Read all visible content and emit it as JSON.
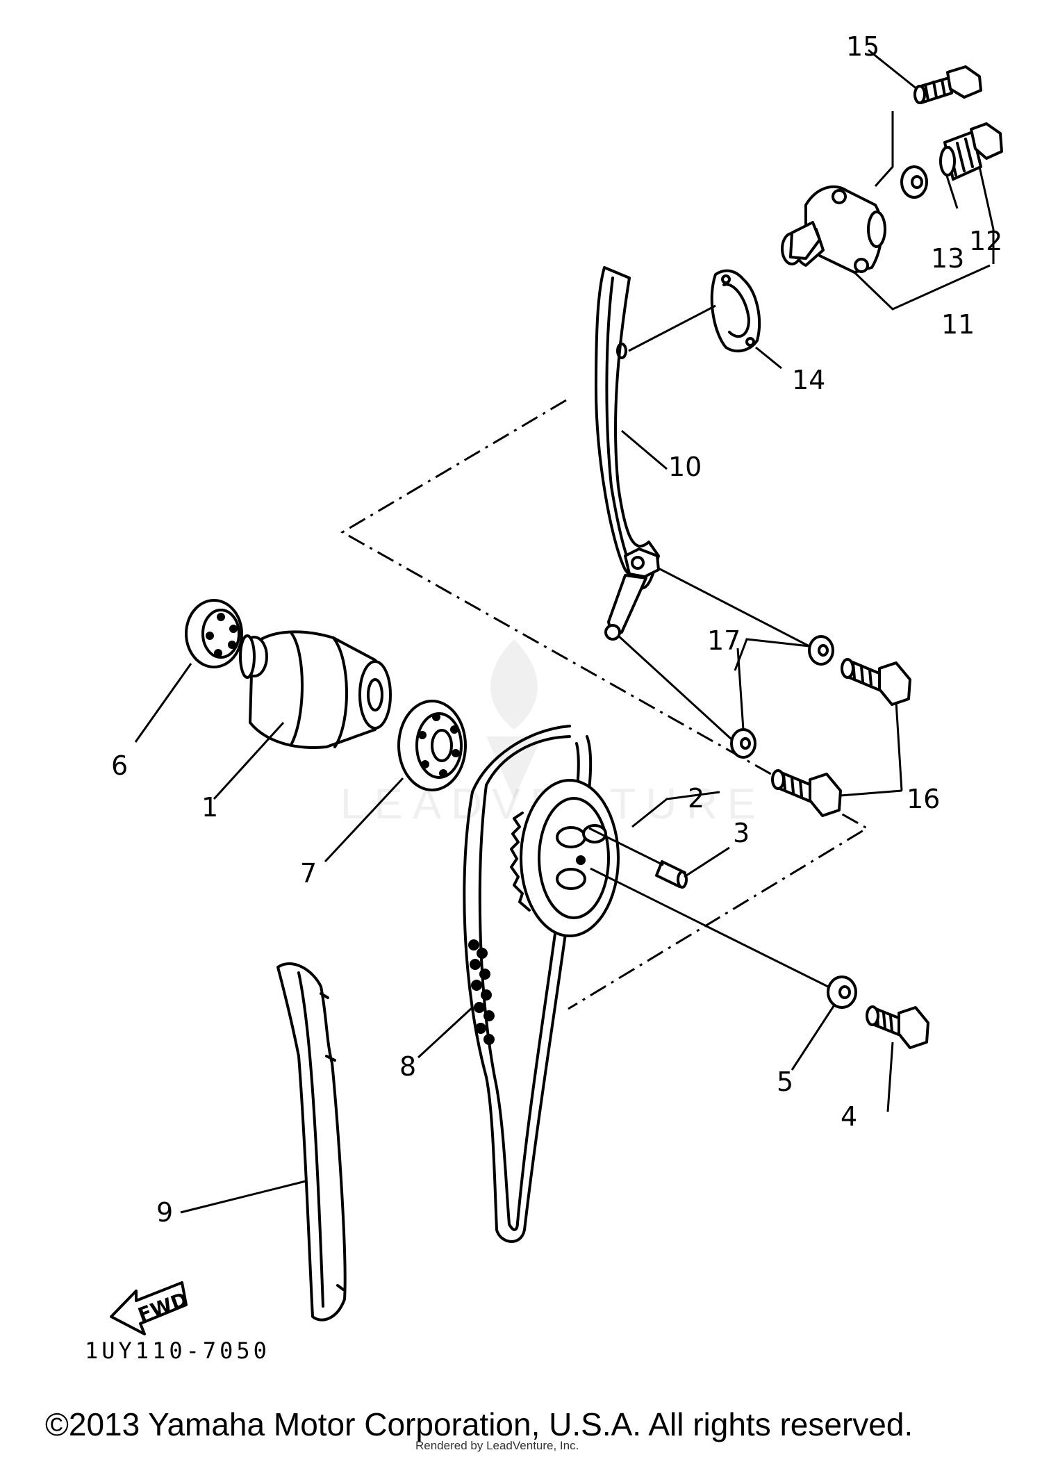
{
  "diagram": {
    "callouts": {
      "p1": "1",
      "p2": "2",
      "p3": "3",
      "p4": "4",
      "p5": "5",
      "p6": "6",
      "p7": "7",
      "p8": "8",
      "p9": "9",
      "p10": "10",
      "p11": "11",
      "p12": "12",
      "p13": "13",
      "p14": "14",
      "p15": "15",
      "p16": "16",
      "p17": "17"
    },
    "fwd_label": "FWD",
    "drawing_code": "1UY110-7050",
    "watermark": "LEADVENTURE"
  },
  "footer": {
    "copyright": "©2013 Yamaha Motor Corporation, U.S.A. All rights reserved.",
    "render_note": "Rendered by LeadVenture, Inc."
  }
}
